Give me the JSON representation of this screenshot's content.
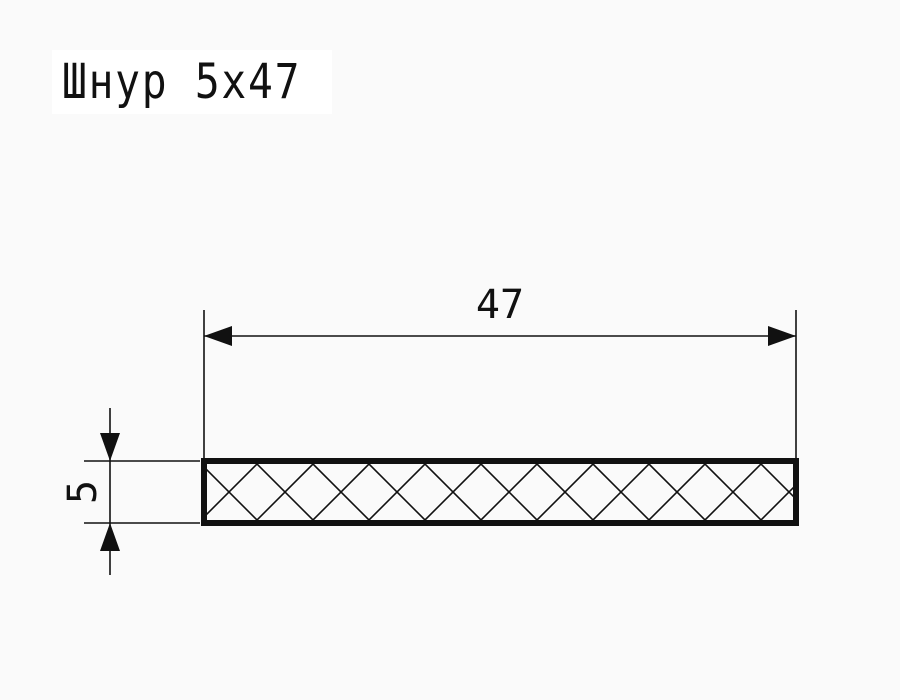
{
  "title": "Шнур 5x47",
  "dimensions": {
    "width_label": "47",
    "height_label": "5"
  },
  "profile": {
    "width": 47,
    "height": 5,
    "hatch": "cross"
  }
}
